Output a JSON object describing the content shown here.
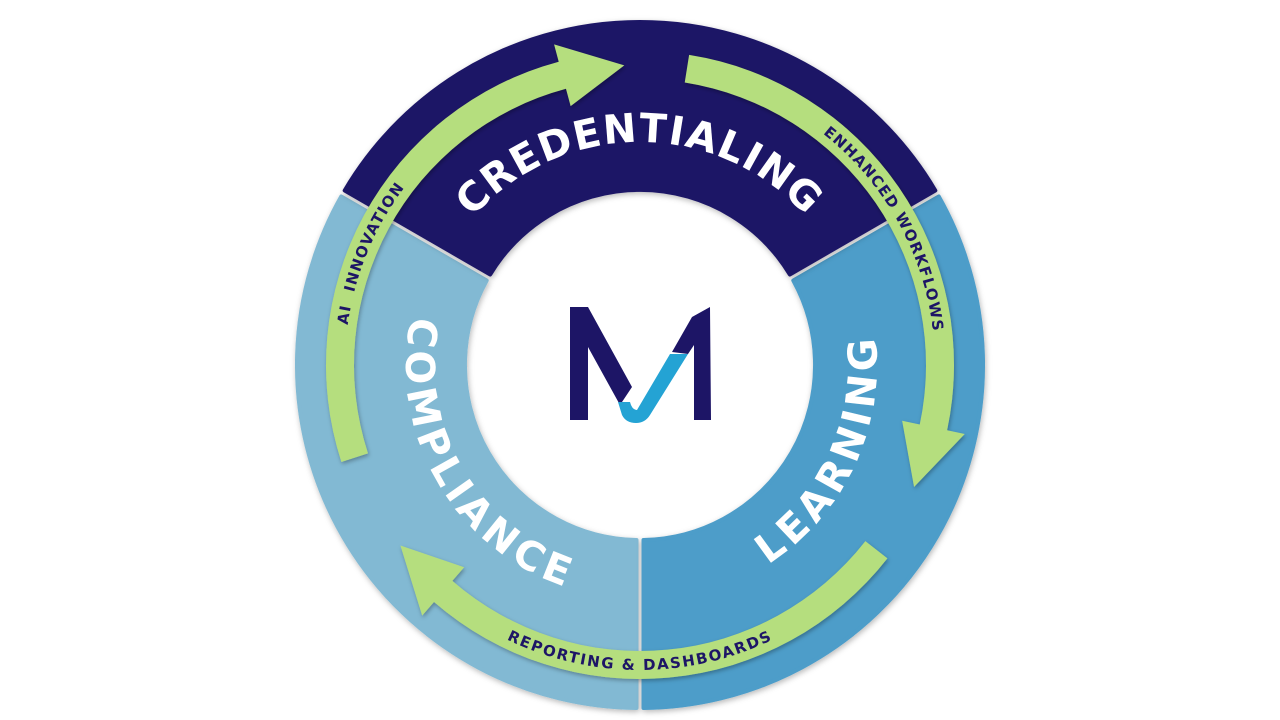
{
  "diagram": {
    "type": "cycle",
    "center_logo": {
      "name": "M1 logo",
      "primary_color": "#1d1566",
      "accent_color": "#24a3d4"
    },
    "segments": [
      {
        "id": "credentialing",
        "label": "CREDENTIALING",
        "color": "#1d1566",
        "text_color": "#ffffff"
      },
      {
        "id": "learning",
        "label": "LEARNING",
        "color": "#4d9dc9",
        "text_color": "#ffffff"
      },
      {
        "id": "compliance",
        "label": "COMPLIANCE",
        "color": "#82b9d3",
        "text_color": "#ffffff"
      }
    ],
    "arrows": [
      {
        "id": "ai-innovation",
        "label": "AI  INNOVATION",
        "from": "compliance",
        "to": "credentialing",
        "color": "#b5de7e",
        "text_color": "#1d1566"
      },
      {
        "id": "enhanced-workflows",
        "label": "ENHANCED WORKFLOWS",
        "from": "credentialing",
        "to": "learning",
        "color": "#b5de7e",
        "text_color": "#1d1566"
      },
      {
        "id": "reporting-dashboards",
        "label": "REPORTING & DASHBOARDS",
        "from": "learning",
        "to": "compliance",
        "color": "#b5de7e",
        "text_color": "#1d1566"
      }
    ]
  }
}
